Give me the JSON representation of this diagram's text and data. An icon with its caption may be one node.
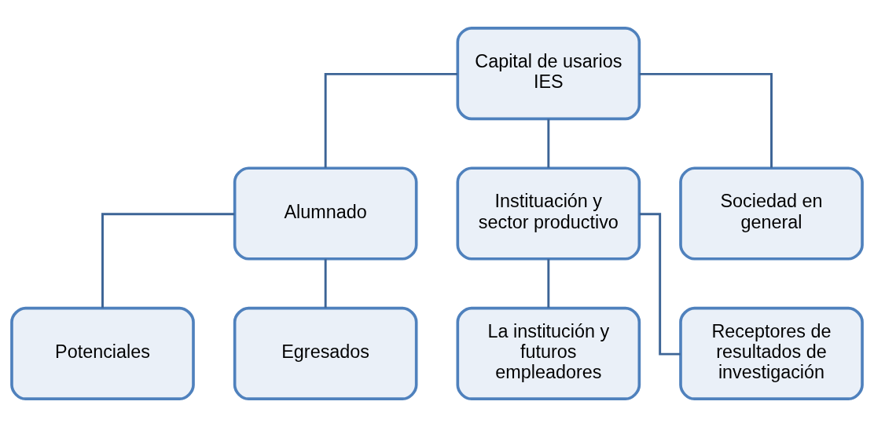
{
  "diagram": {
    "nodes": [
      {
        "text": [
          "Capital de usarios IES"
        ]
      },
      {
        "text": [
          "Alumnado"
        ]
      },
      {
        "text": [
          "Instituación y sector productivo"
        ]
      },
      {
        "text": [
          "Sociedad en general"
        ]
      },
      {
        "text": [
          "Potenciales"
        ]
      },
      {
        "text": [
          "Egresados"
        ]
      },
      {
        "text": [
          "La institución y futuros empleadores"
        ]
      },
      {
        "text": [
          "Receptores de resultados de investigación"
        ]
      }
    ],
    "edges": [
      {
        "from": 0,
        "to": 1,
        "arrow": "none"
      },
      {
        "from": 0,
        "to": 2,
        "arrow": "none"
      },
      {
        "from": 0,
        "to": 3,
        "arrow": "none"
      },
      {
        "from": 1,
        "to": 4,
        "arrow": "none"
      },
      {
        "from": 1,
        "to": 5,
        "arrow": "none"
      },
      {
        "from": 2,
        "to": 6,
        "arrow": "none"
      },
      {
        "from": 2,
        "to": 7,
        "arrow": "none"
      }
    ]
  }
}
